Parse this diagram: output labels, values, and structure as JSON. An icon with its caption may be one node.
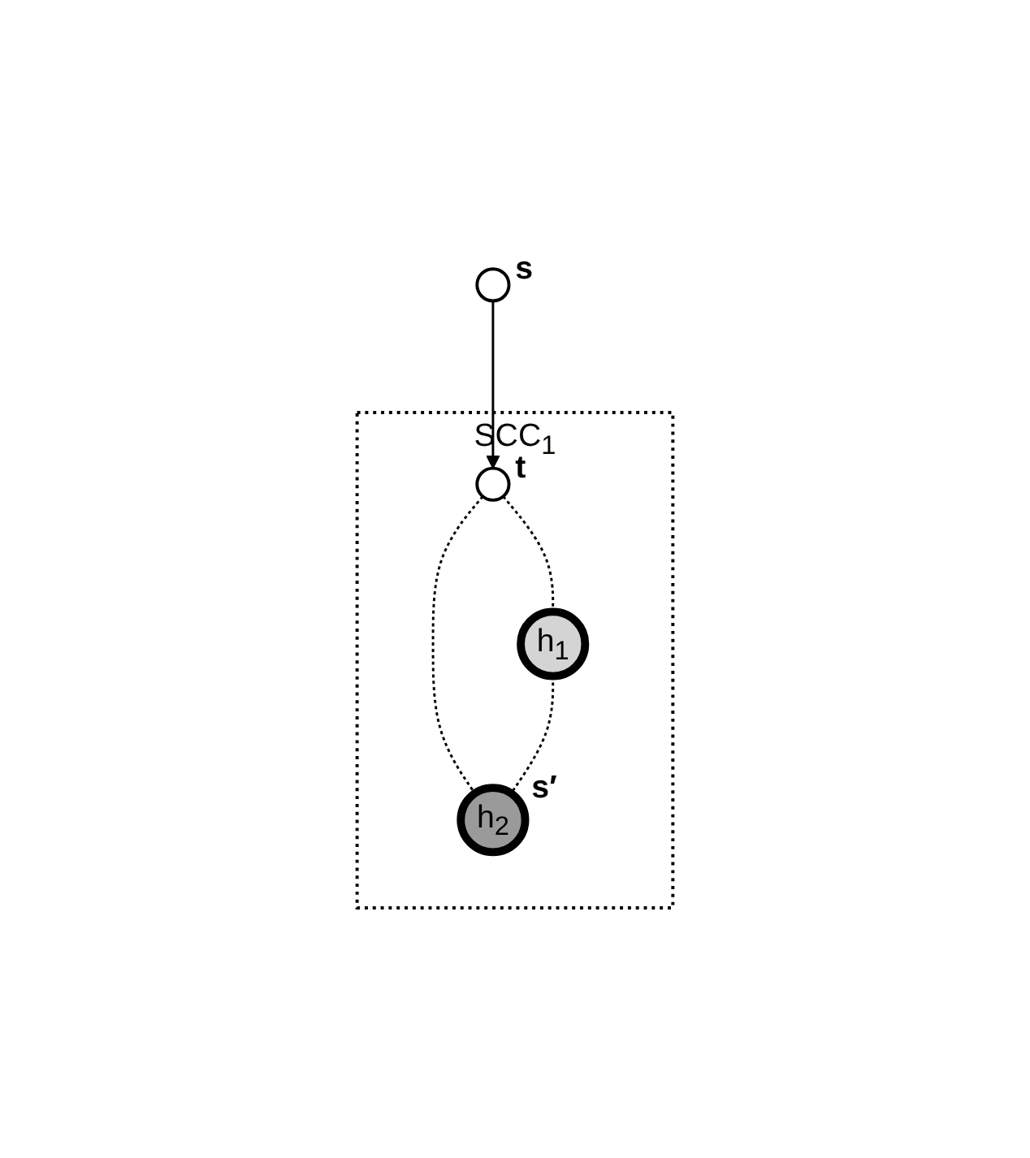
{
  "diagram": {
    "nodes": [
      {
        "text": [],
        "shape": "circle",
        "beside": [
          "s"
        ]
      },
      {
        "text": [
          "SCC$_{1}$"
        ]
      },
      {
        "text": [],
        "shape": "circle",
        "in": 1,
        "beside": [
          "t"
        ]
      },
      {
        "text": [
          "h$_{1}$"
        ],
        "in": 1
      },
      {
        "text": [
          "h$_{2}$"
        ],
        "in": 1,
        "beside": [
          "s′"
        ]
      }
    ],
    "edges": [
      {
        "from": 0,
        "to": 2,
        "arrow": "to"
      },
      {
        "from": 2,
        "to": 3,
        "arrow": "none",
        "style": "dashed"
      },
      {
        "from": 2,
        "to": 4,
        "arrow": "none",
        "style": "dashed"
      },
      {
        "from": 3,
        "to": 4,
        "arrow": "none",
        "style": "dashed"
      }
    ]
  }
}
